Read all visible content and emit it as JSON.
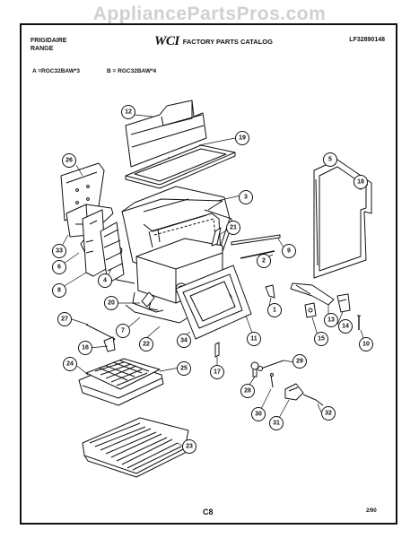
{
  "watermark": "AppliancePartsPros.com",
  "header": {
    "brand": "FRIGIDAIRE",
    "product": "RANGE",
    "logo": "WCI",
    "catalog_title": "FACTORY PARTS CATALOG",
    "catalog_number": "LF32890148"
  },
  "models": {
    "a": "A =RGC32BAW*3",
    "b": "B = RGC32BAW*4"
  },
  "callouts": {
    "c12": "12",
    "c19": "19",
    "c26": "26",
    "c3": "3",
    "c5": "5",
    "c18": "18",
    "c21": "21",
    "c9": "9",
    "c33": "33",
    "c6": "6",
    "c2": "2",
    "c4": "4",
    "c8": "8",
    "c20": "20",
    "c1": "1",
    "c13": "13",
    "c14": "14",
    "c15": "15",
    "c10": "10",
    "c27": "27",
    "c7": "7",
    "c22": "22",
    "c34": "34",
    "c11": "11",
    "c16": "16",
    "c24": "24",
    "c25": "25",
    "c17": "17",
    "c29": "29",
    "c28": "28",
    "c30": "30",
    "c31": "31",
    "c32": "32",
    "c23": "23"
  },
  "footer": {
    "page_code": "C8",
    "date": "2/90"
  }
}
